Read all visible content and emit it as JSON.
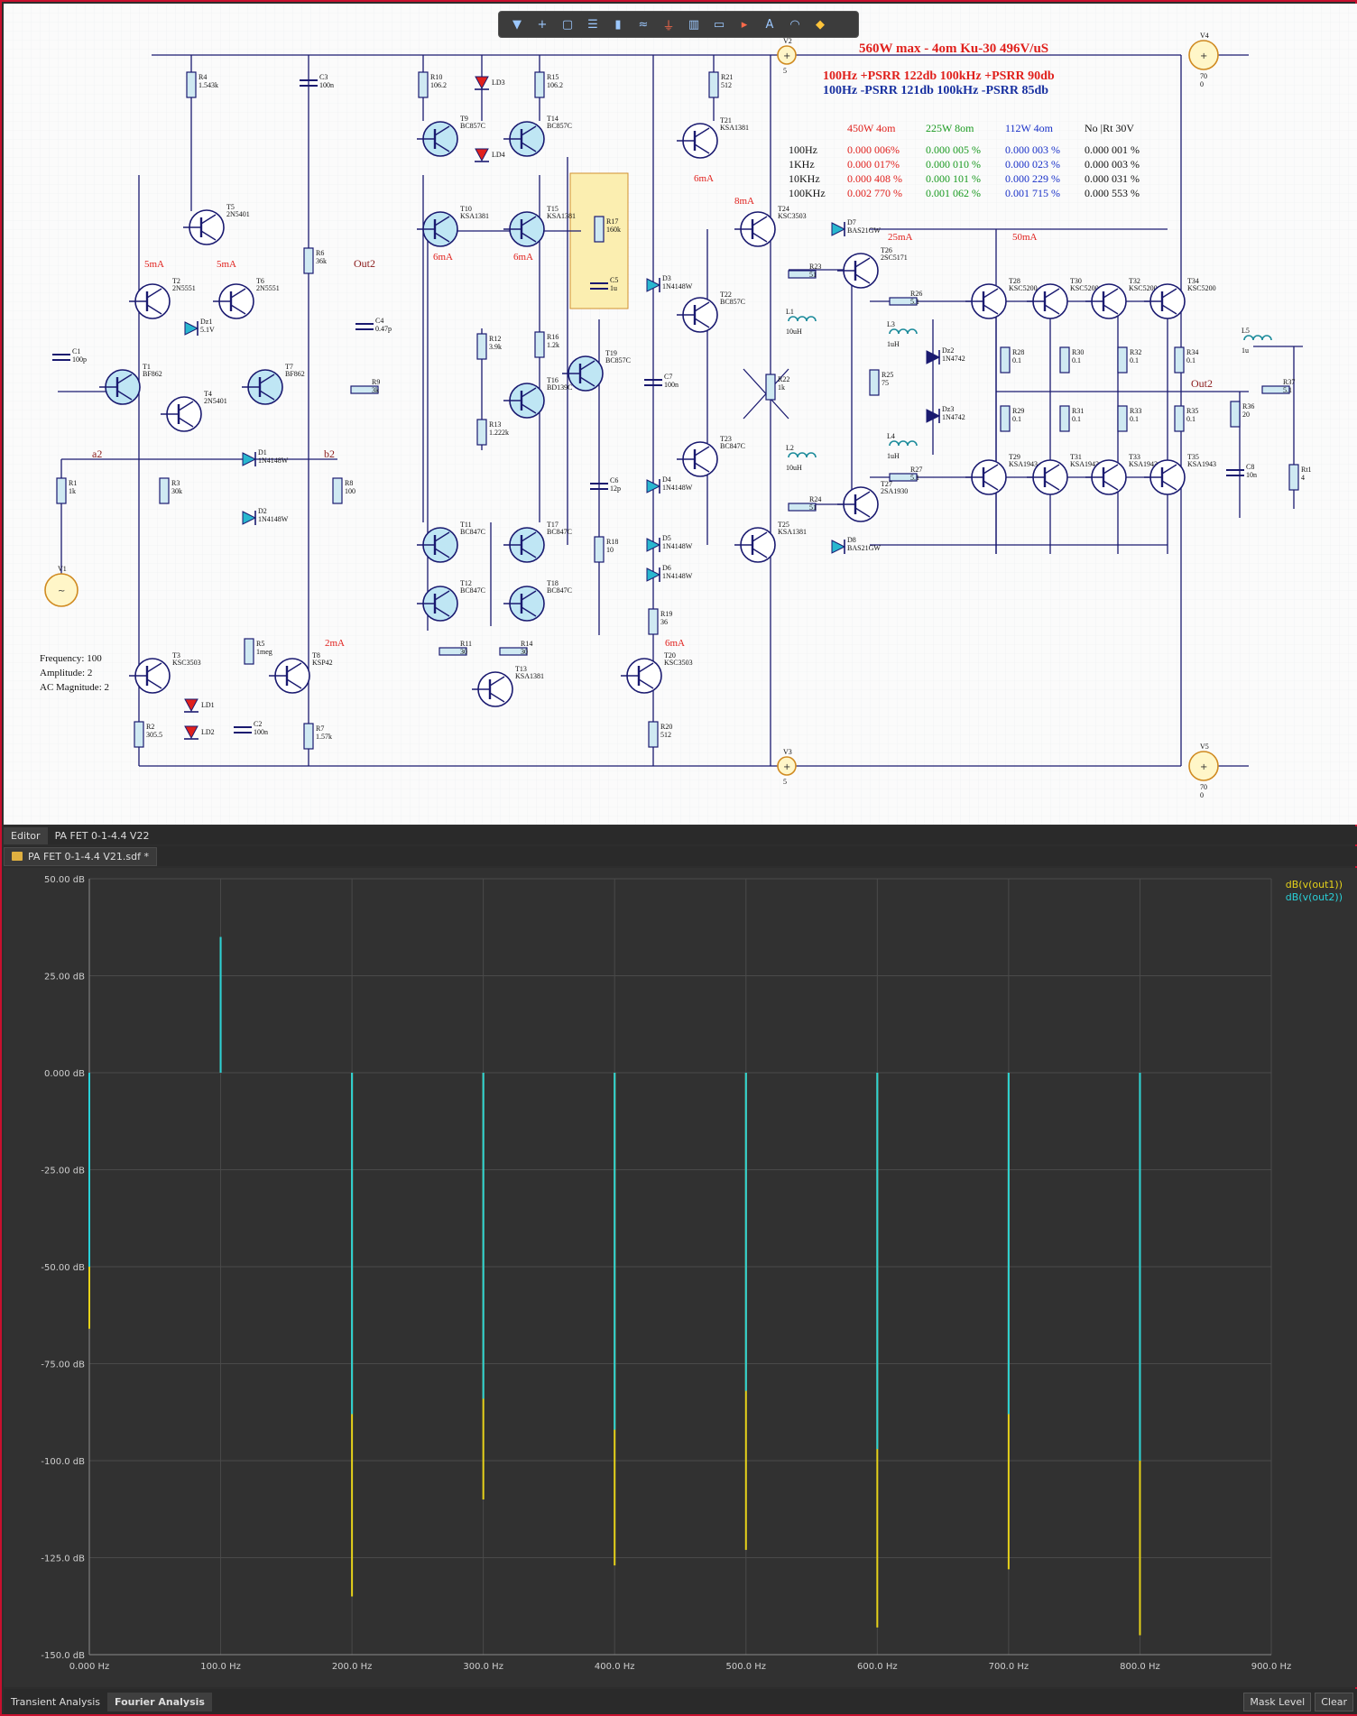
{
  "toolbar": {
    "tools": [
      "filter-icon",
      "crosshair-icon",
      "select-rect-icon",
      "align-icon",
      "component-icon",
      "wire-icon",
      "ground-icon",
      "bus-icon",
      "port-icon",
      "power-icon",
      "text-icon",
      "arc-icon",
      "highlight-icon"
    ]
  },
  "schematic": {
    "headline": "560W max - 4om  Ku-30  496V/uS",
    "psrr_line1": "100Hz  +PSRR  122db  100kHz  +PSRR  90db",
    "psrr_line2": "100Hz  -PSRR  121db  100kHz  -PSRR  85db",
    "distortion_table": {
      "headers": [
        "450W 4om",
        "225W 8om",
        "112W 4om",
        "No |Rt 30V"
      ],
      "header_colors": [
        "#e0201c",
        "#1a9a20",
        "#1830c8",
        "#111111"
      ],
      "rows": [
        {
          "freq": "100Hz",
          "values": [
            "0.000 006%",
            "0.000 005 %",
            "0.000 003 %",
            "0.000 001 %"
          ]
        },
        {
          "freq": "1KHz",
          "values": [
            "0.000 017%",
            "0.000 010 %",
            "0.000 023 %",
            "0.000 003 %"
          ]
        },
        {
          "freq": "10KHz",
          "values": [
            "0.000 408 %",
            "0.000 101 %",
            "0.000 229 %",
            "0.000 031 %"
          ]
        },
        {
          "freq": "100KHz",
          "values": [
            "0.002 770 %",
            "0.001 062 %",
            "0.001 715 %",
            "0.000 553 %"
          ]
        }
      ]
    },
    "source_params": [
      "Frequency: 100",
      "Amplitude: 2",
      "AC Magnitude: 2"
    ],
    "net_labels": [
      "Out2",
      "Out2",
      "a2",
      "b2"
    ],
    "current_labels": [
      "5mA",
      "5mA",
      "6mA",
      "6mA",
      "6mA",
      "8mA",
      "25mA",
      "50mA",
      "2mA",
      "6mA"
    ],
    "transistors": [
      {
        "ref": "T1",
        "part": "BF862"
      },
      {
        "ref": "T2",
        "part": "2N5551"
      },
      {
        "ref": "T3",
        "part": "KSC3503"
      },
      {
        "ref": "T4",
        "part": "2N5401"
      },
      {
        "ref": "T5",
        "part": "2N5401"
      },
      {
        "ref": "T6",
        "part": "2N5551"
      },
      {
        "ref": "T7",
        "part": "BF862"
      },
      {
        "ref": "T8",
        "part": "KSP42"
      },
      {
        "ref": "T9",
        "part": "BC857C"
      },
      {
        "ref": "T10",
        "part": "KSA1381"
      },
      {
        "ref": "T11",
        "part": "BC847C"
      },
      {
        "ref": "T12",
        "part": "BC847C"
      },
      {
        "ref": "T13",
        "part": "KSA1381"
      },
      {
        "ref": "T14",
        "part": "BC857C"
      },
      {
        "ref": "T15",
        "part": "KSA1381"
      },
      {
        "ref": "T16",
        "part": "BD139C"
      },
      {
        "ref": "T17",
        "part": "BC847C"
      },
      {
        "ref": "T18",
        "part": "BC847C"
      },
      {
        "ref": "T19",
        "part": "BC857C"
      },
      {
        "ref": "T20",
        "part": "KSC3503"
      },
      {
        "ref": "T21",
        "part": "KSA1381"
      },
      {
        "ref": "T22",
        "part": "BC857C"
      },
      {
        "ref": "T23",
        "part": "BC847C"
      },
      {
        "ref": "T24",
        "part": "KSC3503"
      },
      {
        "ref": "T25",
        "part": "KSA1381"
      },
      {
        "ref": "T26",
        "part": "2SC5171"
      },
      {
        "ref": "T27",
        "part": "2SA1930"
      },
      {
        "ref": "T28",
        "part": "KSC5200"
      },
      {
        "ref": "T30",
        "part": "KSC5200"
      },
      {
        "ref": "T32",
        "part": "KSC5200"
      },
      {
        "ref": "T34",
        "part": "KSC5200"
      },
      {
        "ref": "T29",
        "part": "KSA1943"
      },
      {
        "ref": "T31",
        "part": "KSA1943"
      },
      {
        "ref": "T33",
        "part": "KSA1943"
      },
      {
        "ref": "T35",
        "part": "KSA1943"
      }
    ],
    "resistors": [
      {
        "ref": "R1",
        "value": "1k"
      },
      {
        "ref": "R2",
        "value": "305.5"
      },
      {
        "ref": "R3",
        "value": "30k"
      },
      {
        "ref": "R4",
        "value": "1.543k"
      },
      {
        "ref": "R5",
        "value": "1meg"
      },
      {
        "ref": "R6",
        "value": "36k"
      },
      {
        "ref": "R7",
        "value": "1.57k"
      },
      {
        "ref": "R8",
        "value": "100"
      },
      {
        "ref": "R9",
        "value": "3k"
      },
      {
        "ref": "R10",
        "value": "106.2"
      },
      {
        "ref": "R11",
        "value": "30"
      },
      {
        "ref": "R12",
        "value": "3.9k"
      },
      {
        "ref": "R13",
        "value": "1.222k"
      },
      {
        "ref": "R14",
        "value": "30"
      },
      {
        "ref": "R15",
        "value": "106.2"
      },
      {
        "ref": "R16",
        "value": "1.2k"
      },
      {
        "ref": "R17",
        "value": "160k"
      },
      {
        "ref": "R18",
        "value": "10"
      },
      {
        "ref": "R19",
        "value": "36"
      },
      {
        "ref": "R20",
        "value": "512"
      },
      {
        "ref": "R21",
        "value": "512"
      },
      {
        "ref": "R22",
        "value": "1k"
      },
      {
        "ref": "R23",
        "value": "51"
      },
      {
        "ref": "R24",
        "value": "51"
      },
      {
        "ref": "R25",
        "value": "75"
      },
      {
        "ref": "R26",
        "value": "5.1"
      },
      {
        "ref": "R27",
        "value": "5.1"
      },
      {
        "ref": "R28",
        "value": "0.1"
      },
      {
        "ref": "R29",
        "value": "0.1"
      },
      {
        "ref": "R30",
        "value": "0.1"
      },
      {
        "ref": "R31",
        "value": "0.1"
      },
      {
        "ref": "R32",
        "value": "0.1"
      },
      {
        "ref": "R33",
        "value": "0.1"
      },
      {
        "ref": "R34",
        "value": "0.1"
      },
      {
        "ref": "R35",
        "value": "0.1"
      },
      {
        "ref": "R36",
        "value": "20"
      },
      {
        "ref": "R37",
        "value": "5.1"
      },
      {
        "ref": "Rt1",
        "value": "4"
      }
    ],
    "capacitors": [
      {
        "ref": "C1",
        "value": "100p"
      },
      {
        "ref": "C2",
        "value": "100n"
      },
      {
        "ref": "C3",
        "value": "100n"
      },
      {
        "ref": "C4",
        "value": "0.47p"
      },
      {
        "ref": "C5",
        "value": "1u"
      },
      {
        "ref": "C6",
        "value": "12p"
      },
      {
        "ref": "C7",
        "value": "100n"
      },
      {
        "ref": "C8",
        "value": "10n"
      }
    ],
    "diodes": [
      {
        "ref": "D1",
        "part": "1N4148W"
      },
      {
        "ref": "D2",
        "part": "1N4148W"
      },
      {
        "ref": "D3",
        "part": "1N4148W"
      },
      {
        "ref": "D4",
        "part": "1N4148W"
      },
      {
        "ref": "D5",
        "part": "1N4148W"
      },
      {
        "ref": "D6",
        "part": "1N4148W"
      },
      {
        "ref": "D7",
        "part": "BAS21GW"
      },
      {
        "ref": "D8",
        "part": "BAS21GW"
      },
      {
        "ref": "Dz1",
        "part": "5.1V"
      },
      {
        "ref": "Dz2",
        "part": "1N4742"
      },
      {
        "ref": "Dz3",
        "part": "1N4742"
      }
    ],
    "leds": [
      "LD1",
      "LD2",
      "LD3",
      "LD4"
    ],
    "inductors": [
      {
        "ref": "L1",
        "value": "10uH"
      },
      {
        "ref": "L2",
        "value": "10uH"
      },
      {
        "ref": "L3",
        "value": "1uH"
      },
      {
        "ref": "L4",
        "value": "1uH"
      },
      {
        "ref": "L5",
        "value": "1u"
      }
    ],
    "sources": [
      {
        "ref": "V1",
        "value": ""
      },
      {
        "ref": "V2",
        "value": "5"
      },
      {
        "ref": "V3",
        "value": "5"
      },
      {
        "ref": "V4",
        "value": "70",
        "value2": "0"
      },
      {
        "ref": "V5",
        "value": "70",
        "value2": "0"
      }
    ]
  },
  "doc_tabs": [
    "Editor",
    "PA FET 0-1-4.4 V22"
  ],
  "file_tab": "PA FET 0-1-4.4 V21.sdf *",
  "plot": {
    "background": "#313131",
    "legend": [
      {
        "label": "dB(v(out1))",
        "color": "#e6d21a"
      },
      {
        "label": "dB(v(out2))",
        "color": "#29d0d8"
      }
    ]
  },
  "chart_data": {
    "type": "bar",
    "title": "",
    "xlabel": "",
    "ylabel": "",
    "x_unit": "Hz",
    "y_unit": "dB",
    "xlim": [
      0,
      900
    ],
    "ylim": [
      -150,
      50
    ],
    "x_ticks": [
      "0.000 Hz",
      "100.0 Hz",
      "200.0 Hz",
      "300.0 Hz",
      "400.0 Hz",
      "500.0 Hz",
      "600.0 Hz",
      "700.0 Hz",
      "800.0 Hz",
      "900.0 Hz"
    ],
    "y_ticks": [
      "50.00 dB",
      "25.00 dB",
      "0.000 dB",
      "-25.00 dB",
      "-50.00 dB",
      "-75.00 dB",
      "-100.0 dB",
      "-125.0 dB",
      "-150.0 dB"
    ],
    "x": [
      0,
      100,
      200,
      300,
      400,
      500,
      600,
      700,
      800
    ],
    "grid": true,
    "legend_position": "top-right",
    "series": [
      {
        "name": "dB(v(out1))",
        "color": "#e6d21a",
        "values": [
          -66,
          35,
          -135,
          -110,
          -127,
          -123,
          -143,
          -128,
          -145
        ]
      },
      {
        "name": "dB(v(out2))",
        "color": "#29d0d8",
        "values": [
          -50,
          35,
          -88,
          -84,
          -92,
          -82,
          -97,
          -88,
          -100
        ]
      }
    ]
  },
  "bottom_tabs": [
    "Transient Analysis",
    "Fourier Analysis"
  ],
  "bottom_buttons": [
    "Mask Level",
    "Clear"
  ]
}
